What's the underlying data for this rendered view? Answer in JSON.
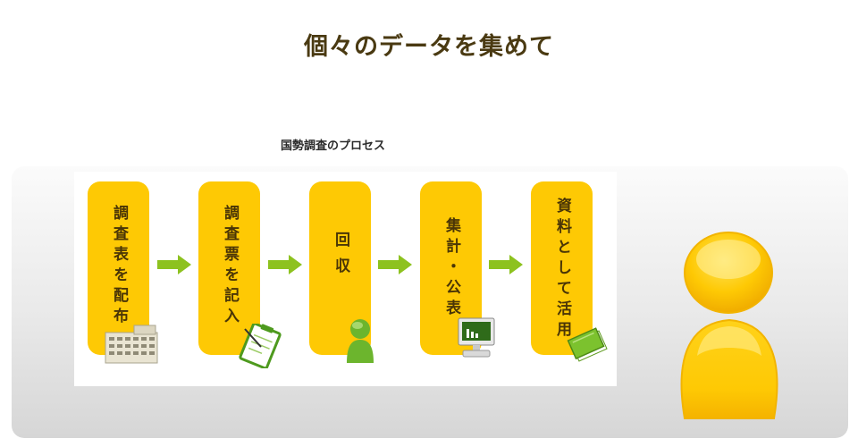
{
  "title": "個々のデータを集めて",
  "process_caption": "国勢調査のプロセス",
  "steps": [
    {
      "label": "調査表を配布",
      "icon": "building-icon"
    },
    {
      "label": "調査票を記入",
      "icon": "clipboard-icon"
    },
    {
      "label": "回収",
      "icon": "person-icon"
    },
    {
      "label": "集計・公表",
      "icon": "computer-monitor-icon"
    },
    {
      "label": "資料として活用",
      "icon": "book-icon"
    }
  ],
  "colors": {
    "step_fill": "#fec904",
    "step_text": "#4a3506",
    "arrow": "#8dc21f",
    "title": "#4a3a12"
  }
}
